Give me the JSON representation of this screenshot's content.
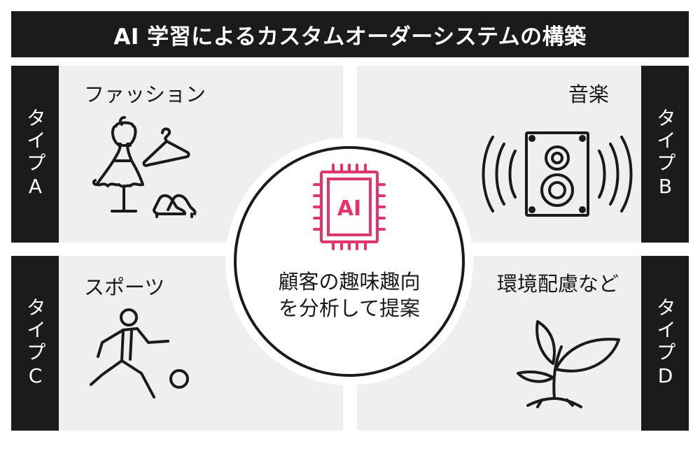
{
  "title": "AI 学習によるカスタムオーダーシステムの構築",
  "center": {
    "chip_label": "AI",
    "line1": "顧客の趣味趣向",
    "line2": "を分析して提案"
  },
  "quadrants": [
    {
      "tab": "タイプA",
      "label": "ファッション",
      "icon": "fashion-icon"
    },
    {
      "tab": "タイプB",
      "label": "音楽",
      "icon": "speaker-icon"
    },
    {
      "tab": "タイプC",
      "label": "スポーツ",
      "icon": "soccer-player-icon"
    },
    {
      "tab": "タイプD",
      "label": "環境配慮など",
      "icon": "sprout-icon"
    }
  ],
  "colors": {
    "dark": "#1b1b1b",
    "panel": "#efefef",
    "accent": "#e8336a"
  }
}
